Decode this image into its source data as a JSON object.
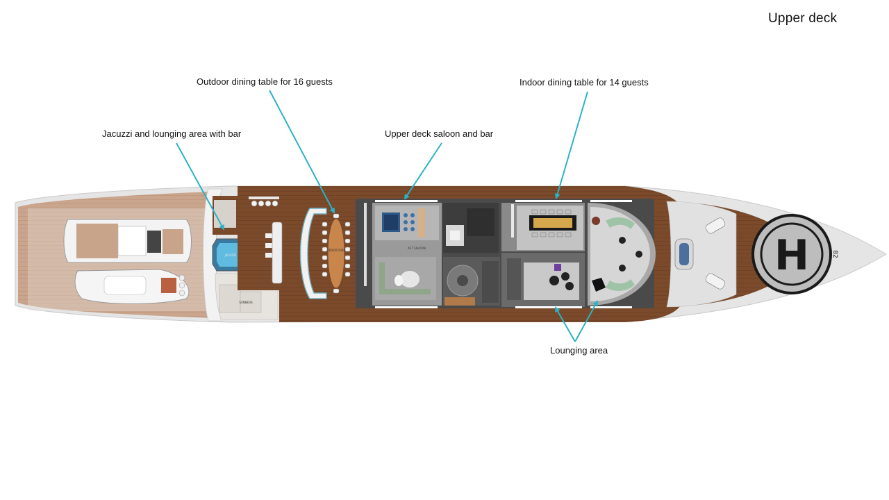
{
  "page": {
    "title": "Upper deck"
  },
  "callouts": {
    "outdoor_dining": "Outdoor dining table for 16 guests",
    "jacuzzi": "Jacuzzi and lounging area with bar",
    "saloon": "Upper deck saloon and bar",
    "indoor_dining": "Indoor dining table for 14 guests",
    "lounging": "Lounging area"
  },
  "plan_labels": {
    "helipad": "H",
    "helipad_number": "82",
    "jacuzzi": "JACUZZI",
    "sunbeds": "SUNBEDS",
    "exterior_dining": "EXTERIOR DINING",
    "aft_saloon": "AFT SALOON"
  },
  "colors": {
    "deck_wood": "#7a4a2b",
    "hull_grey": "#e2e2e2",
    "callout_line": "#2ab3c6",
    "helipad": "#bdbdbd"
  }
}
